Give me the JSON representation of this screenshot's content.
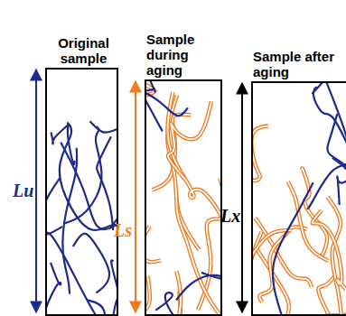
{
  "diagram": {
    "nodes": [
      {
        "text": [
          "Original sample"
        ]
      },
      {
        "text": [
          "Sample during aging"
        ]
      },
      {
        "text": [
          "Sample after aging"
        ]
      }
    ],
    "labels": [
      "Lu",
      "Ls",
      "Lx"
    ]
  }
}
